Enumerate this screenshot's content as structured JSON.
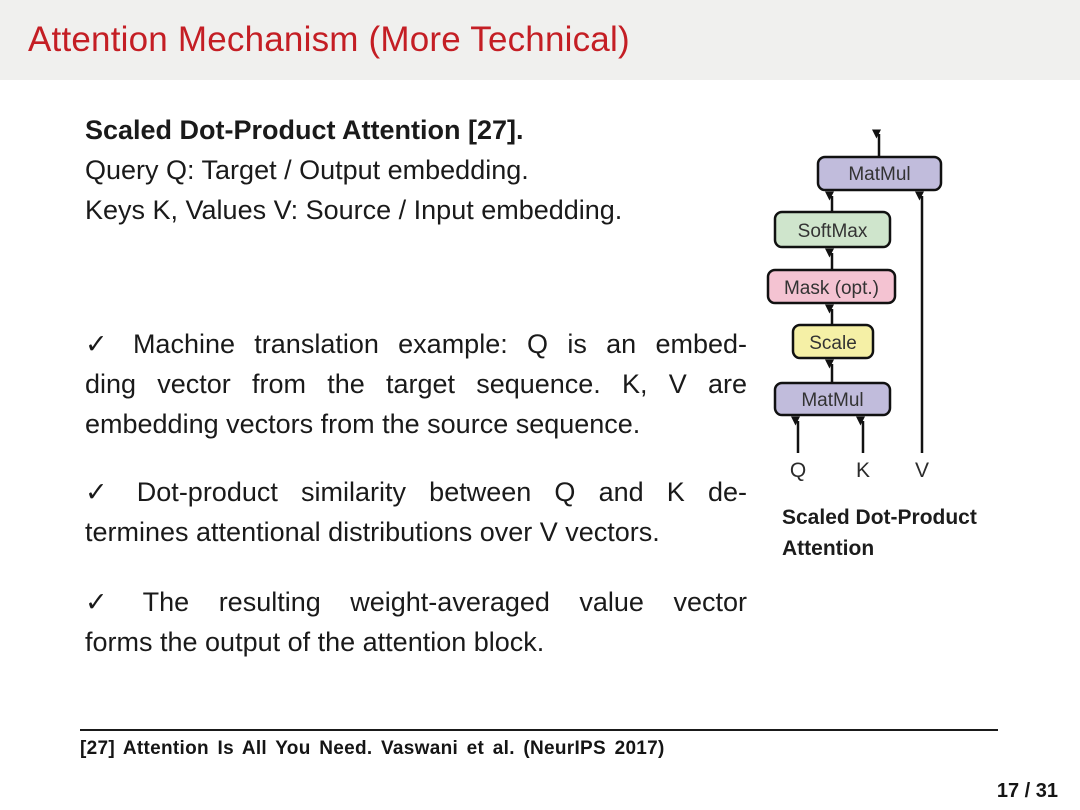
{
  "slide": {
    "title": "Attention Mechanism (More Technical)",
    "page_number": "17 / 31"
  },
  "colors": {
    "title_red": "#c41e24",
    "header_bg": "#f0f0ee",
    "matmul": "#c1bcdc",
    "softmax": "#cfe5cc",
    "mask": "#f4c3d2",
    "scale": "#f5f0a6"
  },
  "content": {
    "heading_bold": "Scaled Dot-Product Attention [27].",
    "heading_line2": "Query Q: Target / Output embedding.",
    "heading_line3": "Keys K, Values V: Source / Input embedding.",
    "check": "✓",
    "bullets": [
      {
        "lines": [
          "Machine translation example: Q is an embed-",
          "ding vector from the target sequence. K, V are",
          "embedding vectors from the source sequence."
        ]
      },
      {
        "lines": [
          "Dot-product similarity between Q and K de-",
          "termines attentional distributions over V vectors."
        ]
      },
      {
        "lines": [
          "The resulting weight-averaged value vector",
          "forms the output of the attention block."
        ]
      }
    ]
  },
  "diagram": {
    "boxes": {
      "matmul_top": "MatMul",
      "softmax": "SoftMax",
      "mask": "Mask (opt.)",
      "scale": "Scale",
      "matmul_bottom": "MatMul"
    },
    "inputs": {
      "q": "Q",
      "k": "K",
      "v": "V"
    },
    "caption_line1": "Scaled Dot-Product",
    "caption_line2": "Attention"
  },
  "footer": {
    "citation": "[27] Attention Is All You Need. Vaswani et al. (NeurIPS 2017)"
  }
}
